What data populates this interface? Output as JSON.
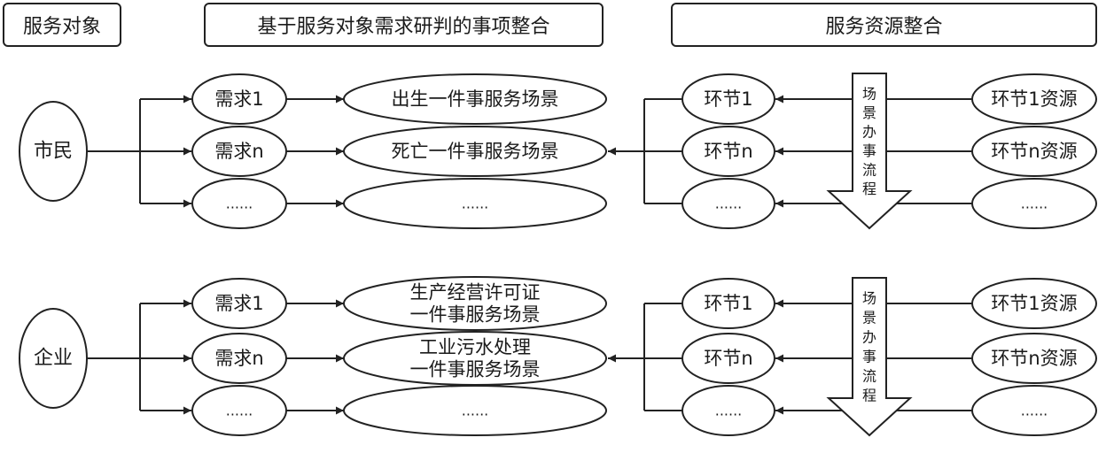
{
  "headers": {
    "service_object": "服务对象",
    "item_integration": "基于服务对象需求研判的事项整合",
    "resource_integration": "服务资源整合"
  },
  "colors": {
    "stroke": "#222222",
    "text": "#1a1a1a",
    "background": "#ffffff"
  },
  "groups": [
    {
      "subject": "市民",
      "demands": [
        "需求1",
        "需求n",
        "......"
      ],
      "scenarios": [
        [
          "出生一件事服务场景"
        ],
        [
          "死亡一件事服务场景"
        ],
        [
          "......"
        ]
      ],
      "steps": [
        "环节1",
        "环节n",
        "......"
      ],
      "resources": [
        "环节1资源",
        "环节n资源",
        "......"
      ],
      "process_label": [
        "场",
        "景",
        "办",
        "事",
        "流",
        "程"
      ]
    },
    {
      "subject": "企业",
      "demands": [
        "需求1",
        "需求n",
        "......"
      ],
      "scenarios": [
        [
          "生产经营许可证",
          "一件事服务场景"
        ],
        [
          "工业污水处理",
          "一件事服务场景"
        ],
        [
          "......"
        ]
      ],
      "steps": [
        "环节1",
        "环节n",
        "......"
      ],
      "resources": [
        "环节1资源",
        "环节n资源",
        "......"
      ],
      "process_label": [
        "场",
        "景",
        "办",
        "事",
        "流",
        "程"
      ]
    }
  ]
}
